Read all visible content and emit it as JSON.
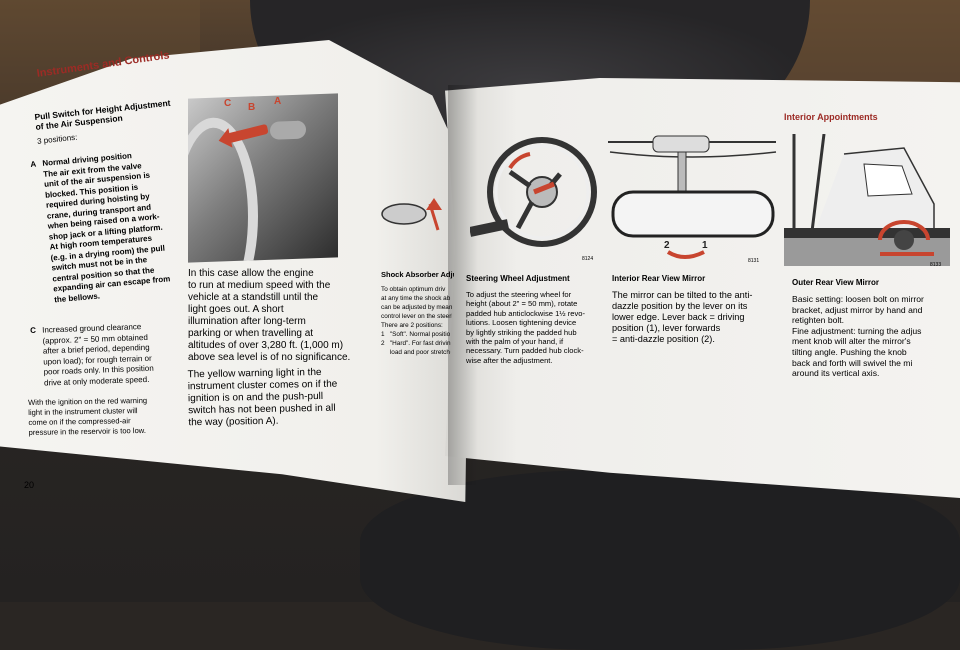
{
  "left_page": {
    "header": "Instruments and Controls",
    "section_title_1": "Pull Switch for Height Adjustment",
    "section_title_2": "of the Air Suspension",
    "positions_intro": "3 positions:",
    "item_a_letter": "A",
    "item_a_lines": [
      "Normal driving position",
      "The air exit from the valve",
      "unit of the air suspension is",
      "blocked. This position is",
      "required during hoisting by",
      "crane, during transport and",
      "when being raised on a work-",
      "shop jack or a lifting platform.",
      "At high room temperatures",
      "(e.g. in a drying room) the pull",
      "switch must not be in the",
      "central position so that the",
      "expanding air can escape from",
      "the bellows."
    ],
    "item_c_letter": "C",
    "item_c_lines": [
      "Increased ground clearance",
      "(approx. 2\" = 50 mm obtained",
      "after a brief period, depending",
      "upon load); for rough terrain or",
      "poor roads only. In this position",
      "drive at only moderate speed."
    ],
    "warning_lines": [
      "With the ignition on the red warning",
      "light in the instrument cluster will",
      "come on if the compressed-air",
      "pressure in the reservoir is too low."
    ],
    "body_lines": [
      "In this case allow the engine",
      "to run at medium speed with the",
      "vehicle at a standstill until the",
      "light goes out. A short",
      "illumination after long-term",
      "parking or when travelling at",
      "altitudes of over 3,280 ft. (1,000 m)",
      "above sea level is of no significance."
    ],
    "yellow_lines": [
      "The yellow warning light in the",
      "instrument cluster comes on if the",
      "ignition is on and the push-pull",
      "switch has not been pushed in all",
      "the way (position A)."
    ],
    "photo_labels": [
      "C",
      "B",
      "A"
    ],
    "shock_title": "Shock Absorber Adjustment",
    "shock_lines": [
      "To obtain optimum driv",
      "at any time the shock ab",
      "can be adjusted by mean",
      "control lever on the steeri",
      "There are 2 positions:",
      "1   \"Soft\". Normal positio",
      "2   \"Hard\". For fast driving",
      "     load and poor stretche"
    ],
    "page_number": "20"
  },
  "right_page": {
    "header": "Interior Appointments",
    "steering_title": "Steering Wheel Adjustment",
    "steering_lines": [
      "To adjust the steering wheel for",
      "height (about 2\" = 50 mm), rotate",
      "padded hub anticlockwise 1½ revo-",
      "lutions. Loosen tightening device",
      "by lightly striking the padded hub",
      "with the palm of your hand, if",
      "necessary. Turn padded hub clock-",
      "wise after the adjustment."
    ],
    "steering_fig": "8124",
    "mirror_title": "Interior Rear View Mirror",
    "mirror_lines": [
      "The mirror can be tilted to the anti-",
      "dazzle position by the lever on its",
      "lower edge. Lever back = driving",
      "position (1), lever forwards",
      "= anti-dazzle position (2)."
    ],
    "mirror_fig": "8131",
    "mirror_labels": [
      "2",
      "1"
    ],
    "outer_title": "Outer Rear View Mirror",
    "outer_lines": [
      "Basic setting: loosen bolt on mirror",
      "bracket, adjust mirror by hand and",
      "retighten bolt.",
      "Fine adjustment: turning the adjus",
      "ment knob will alter the mirror's",
      "tilting angle. Pushing the knob",
      "back and forth will swivel the mi",
      "around its vertical axis."
    ],
    "outer_fig": "8133"
  },
  "colors": {
    "accent_red": "#9c2b25",
    "arrow_red": "#c8452f",
    "paper": "#f2f1ee"
  }
}
